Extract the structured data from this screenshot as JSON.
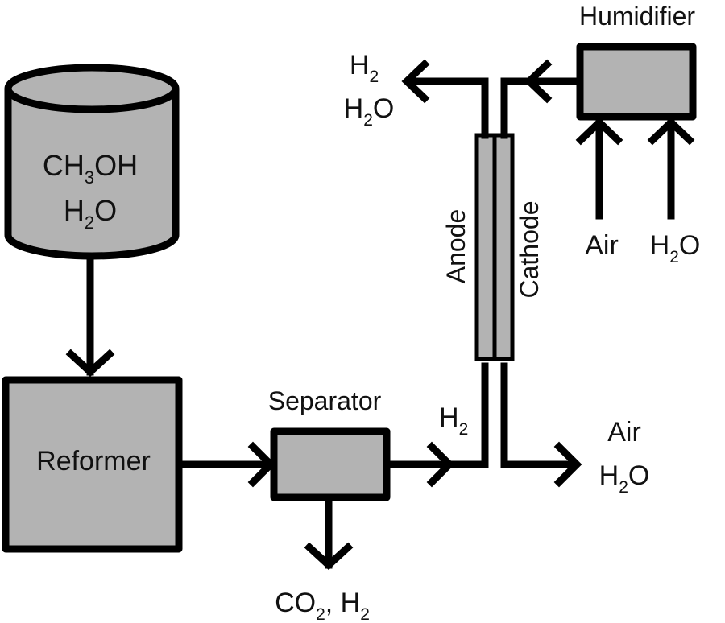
{
  "tank": {
    "line1_main": "CH",
    "line1_sub": "3",
    "line1_tail": "OH",
    "line2_main": "H",
    "line2_sub": "2",
    "line2_tail": "O"
  },
  "reformer": {
    "label": "Reformer"
  },
  "separator": {
    "label": "Separator"
  },
  "separator_out": {
    "main1": "CO",
    "sub1": "2",
    "mid": ", H",
    "sub2": "2"
  },
  "h2_feed": {
    "main": "H",
    "sub": "2"
  },
  "anode_exhaust": {
    "l1_main": "H",
    "l1_sub": "2",
    "l2_main": "H",
    "l2_sub": "2",
    "l2_tail": "O"
  },
  "fuel_cell": {
    "anode_label": "Anode",
    "cathode_label": "Cathode"
  },
  "humidifier": {
    "label": "Humidifier"
  },
  "humidifier_inputs": {
    "air": "Air",
    "water_main": "H",
    "water_sub": "2",
    "water_tail": "O"
  },
  "cathode_exhaust": {
    "air": "Air",
    "water_main": "H",
    "water_sub": "2",
    "water_tail": "O"
  },
  "colors": {
    "fill": "#b3b3b3",
    "stroke": "#000000",
    "background": "#ffffff"
  }
}
